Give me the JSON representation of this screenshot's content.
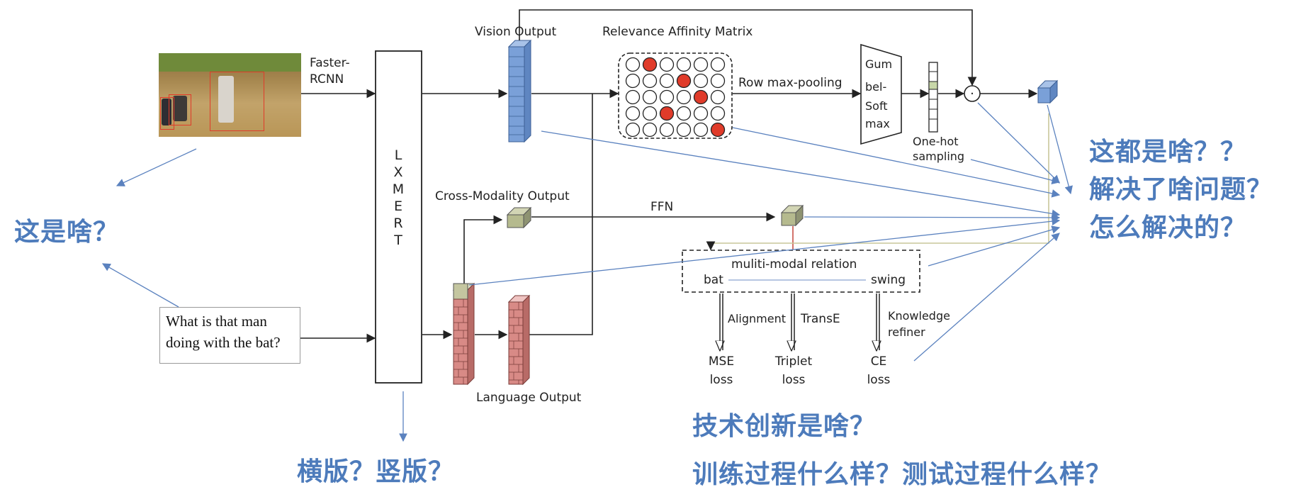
{
  "diagram": {
    "faster_rcnn_label": [
      "Faster-",
      "RCNN"
    ],
    "lxmert_letters": [
      "L",
      "X",
      "M",
      "E",
      "R",
      "T"
    ],
    "vision_output_label": "Vision Output",
    "relevance_matrix_title": "Relevance Affinity Matrix",
    "row_max_pooling_label": "Row max-pooling",
    "gumbel_softmax_lines": [
      "Gum",
      "bel-",
      "Soft",
      "max"
    ],
    "one_hot_sampling_lines": [
      "One-hot",
      "sampling"
    ],
    "elementwise_product_symbol": "·",
    "cross_modality_label": "Cross-Modality Output",
    "ffn_label": "FFN",
    "relation_title": "muliti-modal relation",
    "relation_left": "bat",
    "relation_right": "swing",
    "alignment_label": "Alignment",
    "transe_label": "TransE",
    "knowledge_refiner_lines": [
      "Knowledge",
      "refiner"
    ],
    "mse_loss_lines": [
      "MSE",
      "loss"
    ],
    "triplet_loss_lines": [
      "Triplet",
      "loss"
    ],
    "ce_loss_lines": [
      "CE",
      "loss"
    ],
    "language_output_label": "Language Output",
    "question_lines": [
      "What is that man",
      "doing with the bat?"
    ],
    "matrix_red_cells": [
      [
        0,
        1
      ],
      [
        1,
        3
      ],
      [
        2,
        4
      ],
      [
        3,
        2
      ],
      [
        4,
        5
      ]
    ],
    "matrix_size": {
      "rows": 5,
      "cols": 6
    }
  },
  "annotations": {
    "what_is_this": "这是啥？",
    "what_are_these": "这都是啥？？",
    "what_problem": "解决了啥问题？",
    "how_solved": "怎么解决的？",
    "tech_innovation": "技术创新是啥？",
    "layout_question": "横版？竖版？",
    "train_test": "训练过程什么样？测试过程什么样？"
  },
  "colors": {
    "annotation_blue": "#4d7bbb",
    "vision_block": "#7aa0d8",
    "language_block": "#d88a86",
    "cross_cube": "#b5ba8e",
    "matrix_red": "#e03b2a"
  }
}
